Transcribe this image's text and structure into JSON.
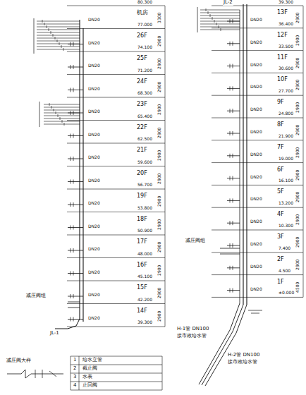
{
  "diagram": {
    "labels": [
      "机房",
      "26F",
      "25F",
      "24F",
      "23F",
      "22F",
      "21F",
      "20F",
      "19F",
      "18F",
      "17F",
      "16F",
      "15F",
      "14F",
      "77.000",
      "74.100",
      "71.200",
      "68.300",
      "65.400",
      "62.500",
      "59.600",
      "56.700",
      "53.800",
      "50.900",
      "48.000",
      "45.100",
      "42.200",
      "39.300",
      "13F",
      "12F",
      "11F",
      "10F",
      "9F",
      "8F",
      "7F",
      "6F",
      "5F",
      "4F",
      "3F",
      "2F",
      "1F",
      "36.400",
      "33.500",
      "30.600",
      "27.700",
      "24.800",
      "21.900",
      "19.000",
      "16.100",
      "13.200",
      "10.300",
      "7.400",
      "4.500",
      "±0.000",
      "DN20",
      "DN20",
      "DN20",
      "DN20",
      "DN20",
      "DN20",
      "DN20",
      "DN20",
      "DN20",
      "DN20",
      "DN20",
      "DN20",
      "DN20",
      "DN20",
      "DN20",
      "DN20",
      "DN20",
      "DN20",
      "DN20",
      "DN20",
      "DN20",
      "DN20",
      "DN20",
      "DN20",
      "DN20",
      "DN20",
      "DN20",
      "3300",
      "2900",
      "2900",
      "2900",
      "2900",
      "2900",
      "2900",
      "2900",
      "2900",
      "2900",
      "2900",
      "2900",
      "2900",
      "2900",
      "2900",
      "2900",
      "2900",
      "2900",
      "2900",
      "2900",
      "2900",
      "2900",
      "2900",
      "2900",
      "2900",
      "2900",
      "4500",
      "80.300",
      "39.300",
      "JL-1",
      "JL-2",
      "减压阀组",
      "减压阀组",
      "H-1管 DN100",
      "接市政给水管",
      "H-2管 DN100",
      "接市政给水管",
      "减压阀大样",
      "1",
      "给水立管",
      "2",
      "截止阀",
      "3",
      "水表",
      "4",
      "止回阀"
    ]
  }
}
